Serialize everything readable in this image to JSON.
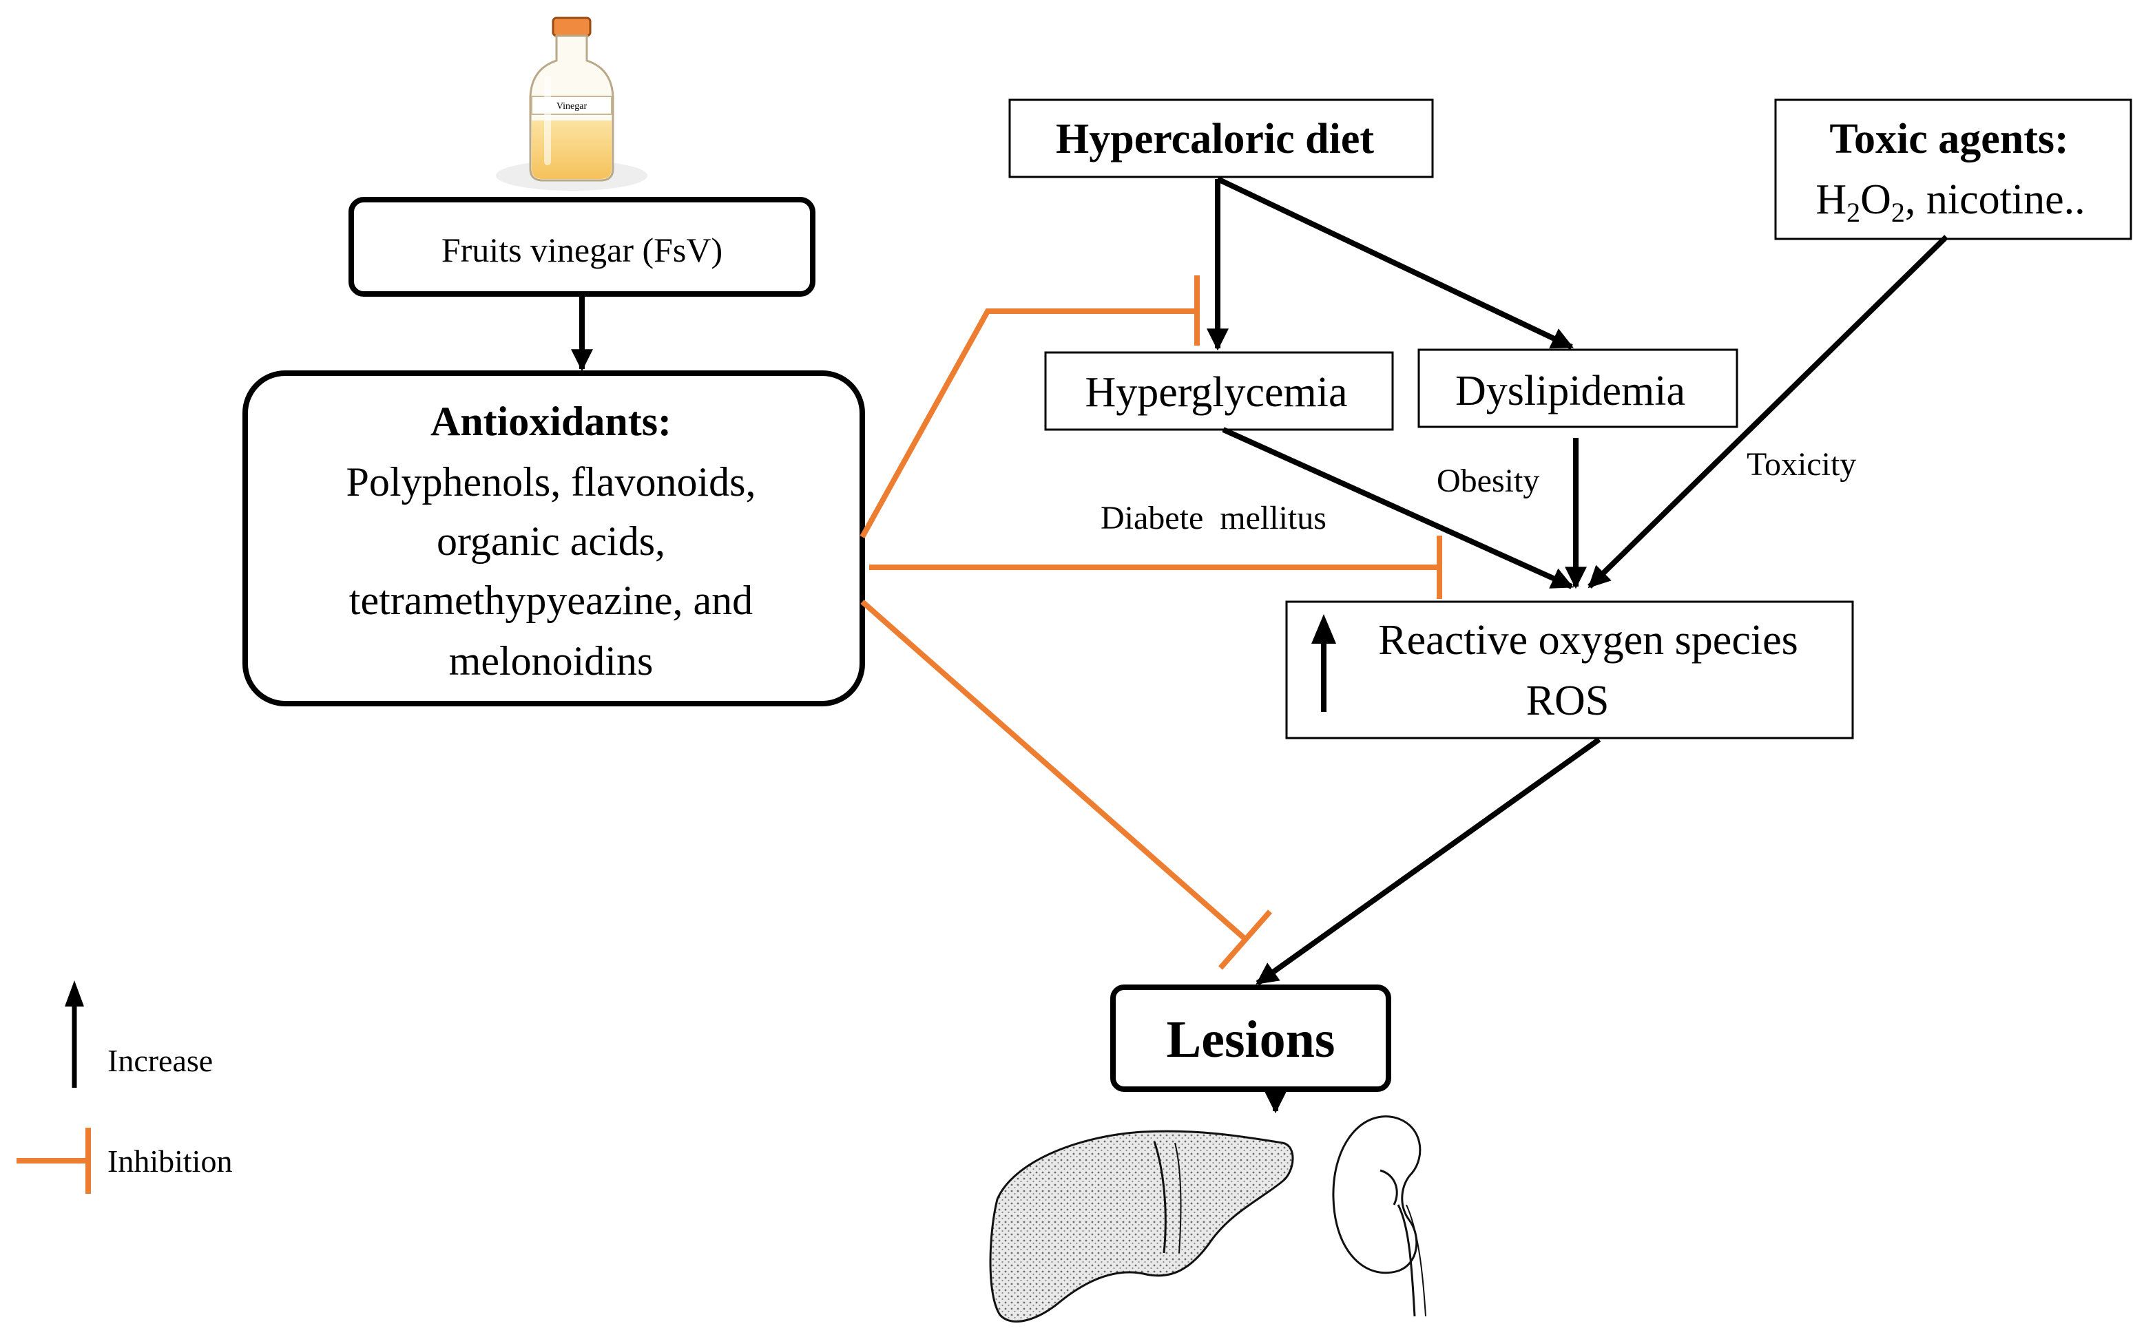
{
  "bottle": {
    "label": "Vinegar"
  },
  "nodes": {
    "fsv": "Fruits vinegar (FsV)",
    "antioxidants": {
      "title": "Antioxidants:",
      "lines": [
        "Polyphenols, flavonoids,",
        "organic acids,",
        "tetramethypyeazine, and",
        "melonoidins"
      ]
    },
    "hypercaloric": "Hypercaloric diet",
    "toxic": {
      "title": "Toxic agents:",
      "formula": {
        "h": "H",
        "h_sub": "2",
        "o": "O",
        "o_sub": "2",
        "rest": ", nicotine.."
      }
    },
    "hyperglycemia": "Hyperglycemia",
    "dyslipidemia": "Dyslipidemia",
    "ros": {
      "line1": "Reactive oxygen species",
      "line2": "ROS"
    },
    "lesions": "Lesions"
  },
  "edge_labels": {
    "diabetes": "Diabete  mellitus",
    "obesity": "Obesity",
    "toxicity": "Toxicity"
  },
  "legend": {
    "increase": "Increase",
    "inhibition": "Inhibition"
  },
  "colors": {
    "increase": "#000000",
    "inhibition": "#ED7D31",
    "bottle_liquid": "#F9D27A",
    "bottle_cap": "#F08A3E"
  },
  "icons": [
    "vinegar-bottle-icon",
    "liver-icon",
    "kidney-icon",
    "up-arrow-icon"
  ]
}
